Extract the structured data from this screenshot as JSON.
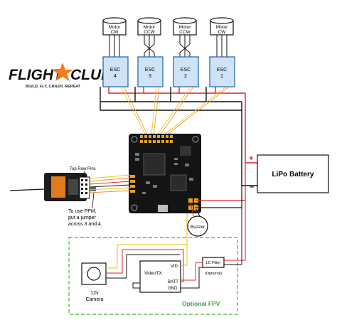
{
  "logo": {
    "name": "FLIGHT CLUB",
    "word1": "FLIGHT",
    "word2": "CLUB",
    "tagline": "BUILD, FLY, CRASH, REPEAT"
  },
  "motors": [
    {
      "line1": "Motor",
      "line2": "CW"
    },
    {
      "line1": "Motor",
      "line2": "CCW"
    },
    {
      "line1": "Motor",
      "line2": "CCW"
    },
    {
      "line1": "Motor",
      "line2": "CW"
    }
  ],
  "escs": [
    {
      "line1": "ESC",
      "line2": "4"
    },
    {
      "line1": "ESC",
      "line2": "3"
    },
    {
      "line1": "ESC",
      "line2": "2"
    },
    {
      "line1": "ESC",
      "line2": "1"
    }
  ],
  "battery": {
    "label": "LiPo Battery",
    "plus": "+",
    "minus": "–"
  },
  "receiver": {
    "pins_label": "Top Row Pins",
    "ppm_note": [
      "To use PPM,",
      "put a jumper",
      "across 3 and 4."
    ]
  },
  "buzzer": {
    "label": "Buzzer"
  },
  "fpv": {
    "title": "Optional FPV",
    "camera_line1": "12v",
    "camera_line2": "Camera",
    "videotx_label": "VideoTX",
    "vid_label": "VID",
    "batt_label": "BATT",
    "gnd_label": "GND",
    "lc_filter_label": "LC Filter",
    "lc_optional_label": "(Optional)"
  },
  "colors": {
    "esc_fill": "#cfe3f7",
    "fpv_border": "#5fbf4f",
    "fpv_title": "#3ea33a",
    "wire_red": "#e02424",
    "wire_black": "#111111",
    "wire_yellow": "#f2c200",
    "wire_orange": "#f08a24",
    "logo_orange": "#ef7d1a"
  }
}
